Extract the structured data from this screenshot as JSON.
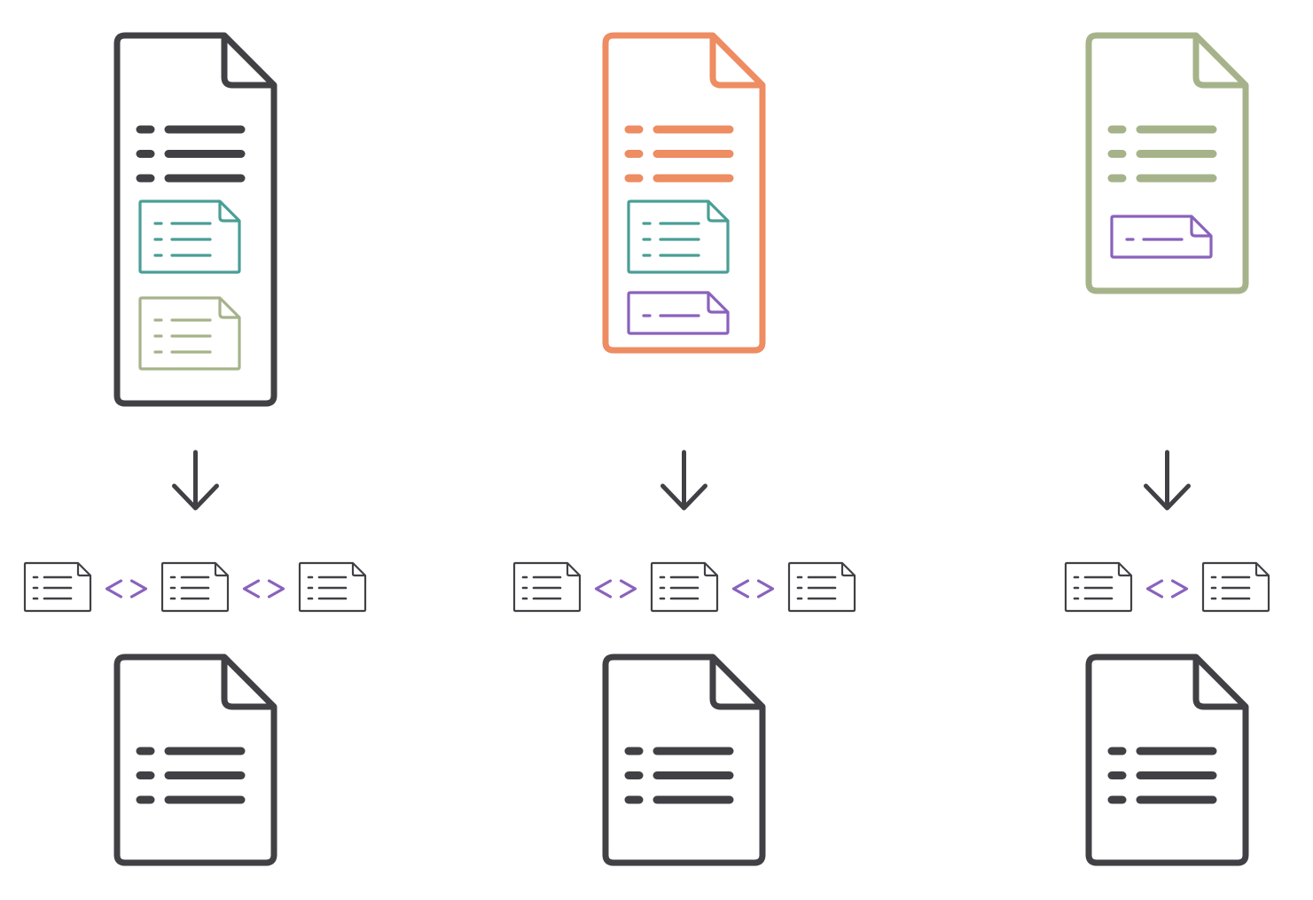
{
  "colors": {
    "dark": "#404045",
    "orange": "#ee8c62",
    "green": "#a6b38a",
    "teal": "#4a9e96",
    "purple": "#8a62bd",
    "background": "#ffffff"
  },
  "columns": [
    {
      "source_doc": {
        "icon": "document-icon",
        "color": "dark",
        "lines": 3,
        "attachments": [
          {
            "icon": "embedded-document-icon",
            "color": "teal",
            "lines": 3
          },
          {
            "icon": "embedded-document-icon",
            "color": "green",
            "lines": 3
          }
        ]
      },
      "arrow": {
        "icon": "arrow-down-icon"
      },
      "chunk_count": 3,
      "chunk_icon": "chunk-document-icon",
      "link_icon": "angle-brackets-icon",
      "result_doc": {
        "icon": "document-icon",
        "color": "dark",
        "lines": 3
      }
    },
    {
      "source_doc": {
        "icon": "document-icon",
        "color": "orange",
        "lines": 3,
        "attachments": [
          {
            "icon": "embedded-document-icon",
            "color": "teal",
            "lines": 3
          },
          {
            "icon": "embedded-document-icon",
            "color": "purple",
            "lines": 1
          }
        ]
      },
      "arrow": {
        "icon": "arrow-down-icon"
      },
      "chunk_count": 3,
      "chunk_icon": "chunk-document-icon",
      "link_icon": "angle-brackets-icon",
      "result_doc": {
        "icon": "document-icon",
        "color": "dark",
        "lines": 3
      }
    },
    {
      "source_doc": {
        "icon": "document-icon",
        "color": "green",
        "lines": 3,
        "attachments": [
          {
            "icon": "embedded-document-icon",
            "color": "purple",
            "lines": 1
          }
        ]
      },
      "arrow": {
        "icon": "arrow-down-icon"
      },
      "chunk_count": 2,
      "chunk_icon": "chunk-document-icon",
      "link_icon": "angle-brackets-icon",
      "result_doc": {
        "icon": "document-icon",
        "color": "dark",
        "lines": 3
      }
    }
  ]
}
